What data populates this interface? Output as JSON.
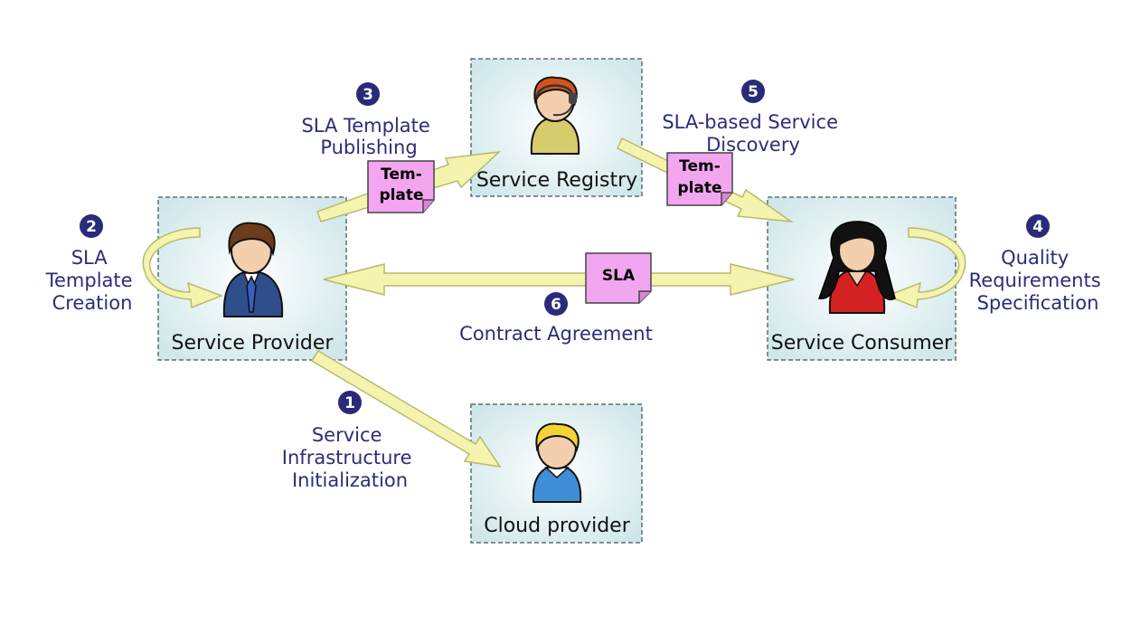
{
  "actors": {
    "service_provider": "Service Provider",
    "service_registry": "Service Registry",
    "service_consumer": "Service Consumer",
    "cloud_provider": "Cloud provider"
  },
  "steps": {
    "s1": {
      "number": "1",
      "lines": [
        "Service",
        "Infrastructure",
        "Initialization"
      ]
    },
    "s2": {
      "number": "2",
      "lines": [
        "SLA",
        "Template",
        "Creation"
      ]
    },
    "s3": {
      "number": "3",
      "lines": [
        "SLA Template",
        "Publishing"
      ]
    },
    "s4": {
      "number": "4",
      "lines": [
        "Quality",
        "Requirements",
        "Specification"
      ]
    },
    "s5": {
      "number": "5",
      "lines": [
        "SLA-based Service",
        "Discovery"
      ]
    },
    "s6": {
      "number": "6",
      "lines": [
        "Contract Agreement"
      ]
    }
  },
  "documents": {
    "template_publish": [
      "Tem-",
      "plate"
    ],
    "template_discovery": [
      "Tem-",
      "plate"
    ],
    "sla": [
      "SLA"
    ]
  },
  "colors": {
    "box_fill": "#d8ecee",
    "box_border": "#5a6f74",
    "arrow_fill": "#f4f4ae",
    "arrow_stroke": "#b9b96a",
    "note_fill": "#f3a6f0",
    "step_circle": "#2a2a78",
    "step_text": "#2c2c7a"
  },
  "icons": [
    "person-brown-hair-icon",
    "person-headset-icon",
    "person-long-black-hair-icon",
    "person-blond-hair-icon"
  ]
}
